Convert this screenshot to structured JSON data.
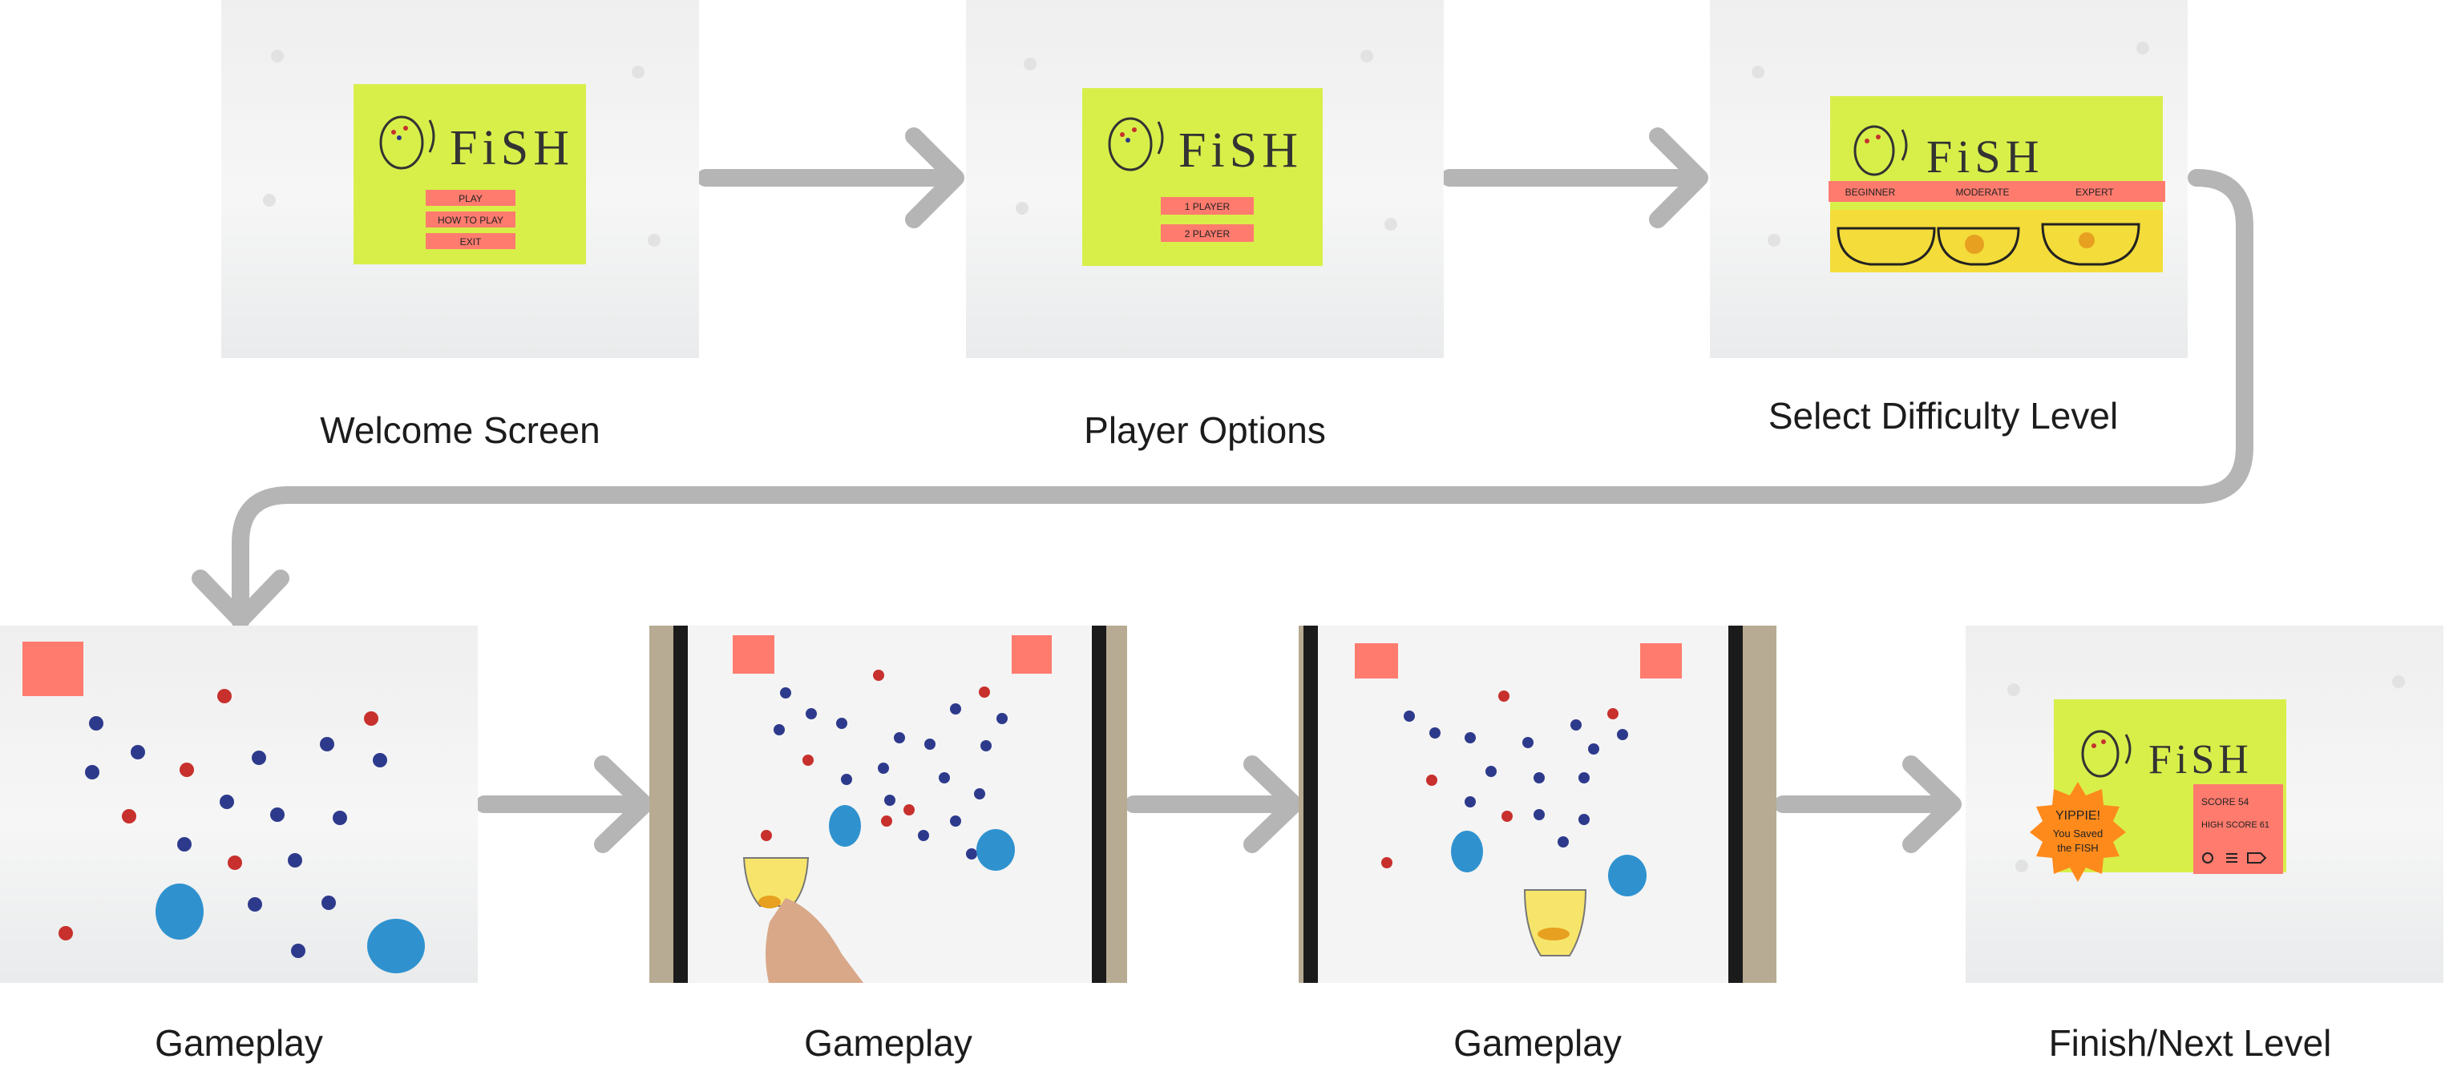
{
  "steps": [
    {
      "label": "Welcome Screen",
      "game_title": "FiSH",
      "buttons": [
        "PLAY",
        "HOW TO PLAY",
        "EXIT"
      ]
    },
    {
      "label": "Player Options",
      "game_title": "FiSH",
      "buttons": [
        "1 PLAYER",
        "2 PLAYER"
      ]
    },
    {
      "label": "Select Difficulty Level",
      "game_title": "FiSH",
      "levels": [
        "BEGINNER",
        "MODERATE",
        "EXPERT"
      ]
    },
    {
      "label": "Gameplay"
    },
    {
      "label": "Gameplay"
    },
    {
      "label": "Gameplay"
    },
    {
      "label": "Finish/Next Level",
      "game_title": "FiSH",
      "message": [
        "YIPPIE!",
        "You Saved",
        "the FISH"
      ],
      "score": "SCORE 54",
      "high_score": "HIGH SCORE 61"
    }
  ],
  "colors": {
    "arrow": "#b5b5b5",
    "sticky_green": "#d8ef4a",
    "sticky_red": "#ff7b6e",
    "dot_blue": "#2d3a8c",
    "dot_red": "#c7302c",
    "puck_blue": "#2f92cf",
    "bowl_yellow": "#f6e56a",
    "burst_orange": "#ff8a1c"
  }
}
